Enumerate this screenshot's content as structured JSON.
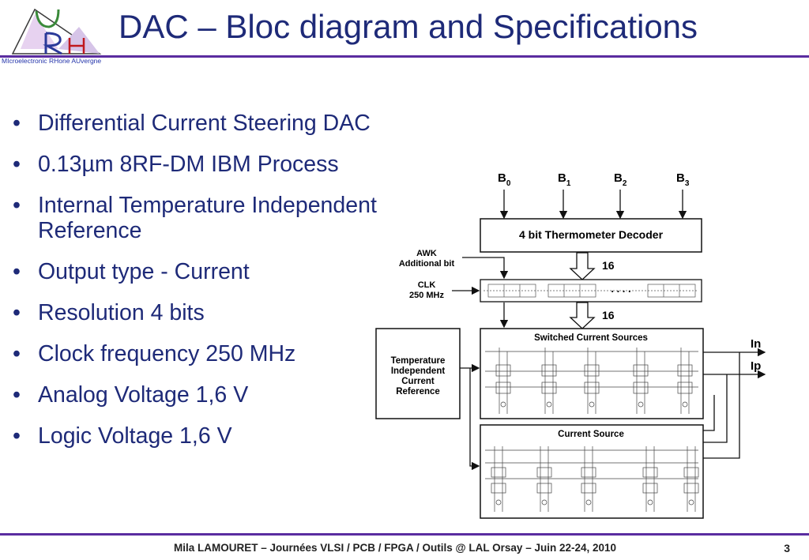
{
  "logo": {
    "subtitle": "MIcroelectronic RHone AUvergne"
  },
  "title": "DAC – Bloc diagram and Specifications",
  "bullets": [
    "Differential Current Steering DAC",
    "0.13µm 8RF-DM IBM Process",
    "Internal Temperature Independent Reference",
    "Output type - Current",
    "Resolution 4 bits",
    "Clock frequency 250 MHz",
    "Analog Voltage 1,6 V",
    "Logic Voltage 1,6 V"
  ],
  "diagram": {
    "inputs": [
      "B",
      "B",
      "B",
      "B"
    ],
    "input_subs": [
      "0",
      "1",
      "2",
      "3"
    ],
    "decoder": "4 bit Thermometer Decoder",
    "awk_line1": "AWK",
    "awk_line2": "Additional bit",
    "clk_line1": "CLK",
    "clk_line2": "250 MHz",
    "bus_width_top": "16",
    "bus_width_bottom": "16",
    "dots": ". . . .",
    "reference_lines": [
      "Temperature",
      "Independent",
      "Current",
      "Reference"
    ],
    "switched": "Switched Current Sources",
    "current_source": "Current Source",
    "output_in": "In",
    "output_ip": "Ip"
  },
  "footer": "Mila LAMOURET – Journées VLSI / PCB / FPGA / Outils @ LAL Orsay – Juin 22-24, 2010",
  "page_number": "3"
}
